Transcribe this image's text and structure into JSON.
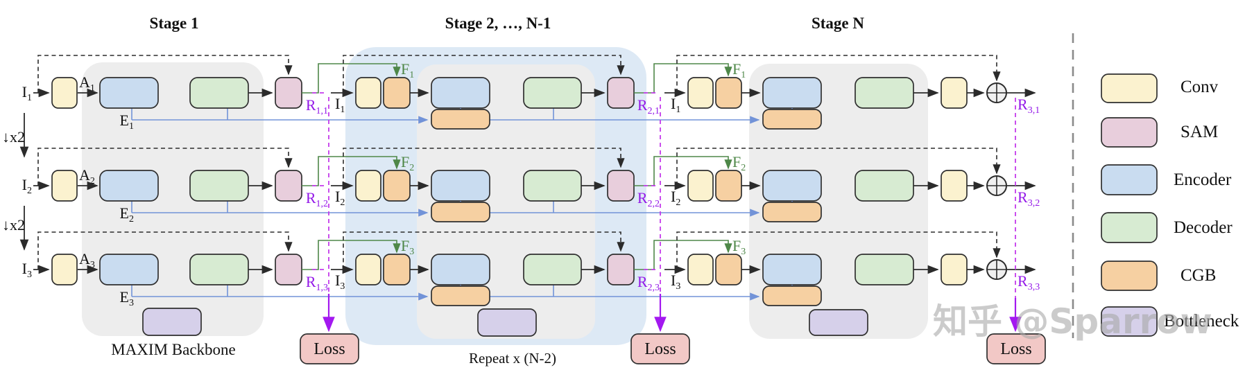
{
  "palette": {
    "conv": "#FBF2CF",
    "sam": "#E8CEDC",
    "encoder": "#C9DCF0",
    "decoder": "#D7EBD2",
    "cgb": "#F6D0A2",
    "bottleneck": "#D6D0EA",
    "loss": "#F2C8C6",
    "stage_bg": "#EDEDED",
    "stage2_bg": "#DDE9F5",
    "line_black": "#2B2B2B",
    "skip_blue": "#7293D8",
    "inject_green": "#4E8748",
    "r_label_purple": "#9318E8",
    "loss_dash_purple": "#C43BEB",
    "loss_arrow_purple": "#A318F0",
    "separator_gray": "#8A8A8A",
    "watermark_gray": "#A9A9A9"
  },
  "titles": [
    "Stage 1",
    "Stage 2, …, N-1",
    "Stage N"
  ],
  "downsample": "↓x2",
  "captions": {
    "backbone": "MAXIM Backbone",
    "repeat": "Repeat x (N-2)",
    "loss": "Loss"
  },
  "watermark": "知乎 @Sparrow",
  "legend": {
    "items": [
      {
        "label": "Conv"
      },
      {
        "label": "SAM"
      },
      {
        "label": "Encoder"
      },
      {
        "label": "Decoder"
      },
      {
        "label": "CGB"
      },
      {
        "label": "Bottleneck"
      }
    ]
  },
  "rows": [
    {
      "in": {
        "b": "I",
        "s": "1"
      },
      "a": {
        "b": "A",
        "s": "1"
      },
      "e": {
        "b": "E",
        "s": "1"
      },
      "f": {
        "b": "F",
        "s": "1"
      },
      "r1": {
        "b": "R",
        "s": "1,1"
      },
      "r2": {
        "b": "R",
        "s": "2,1"
      },
      "r3": {
        "b": "R",
        "s": "3,1"
      }
    },
    {
      "in": {
        "b": "I",
        "s": "2"
      },
      "a": {
        "b": "A",
        "s": "2"
      },
      "e": {
        "b": "E",
        "s": "2"
      },
      "f": {
        "b": "F",
        "s": "2"
      },
      "r1": {
        "b": "R",
        "s": "1,2"
      },
      "r2": {
        "b": "R",
        "s": "2,2"
      },
      "r3": {
        "b": "R",
        "s": "3,2"
      }
    },
    {
      "in": {
        "b": "I",
        "s": "3"
      },
      "a": {
        "b": "A",
        "s": "3"
      },
      "e": {
        "b": "E",
        "s": "3"
      },
      "f": {
        "b": "F",
        "s": "3"
      },
      "r1": {
        "b": "R",
        "s": "1,3"
      },
      "r2": {
        "b": "R",
        "s": "2,3"
      },
      "r3": {
        "b": "R",
        "s": "3,3"
      }
    }
  ]
}
